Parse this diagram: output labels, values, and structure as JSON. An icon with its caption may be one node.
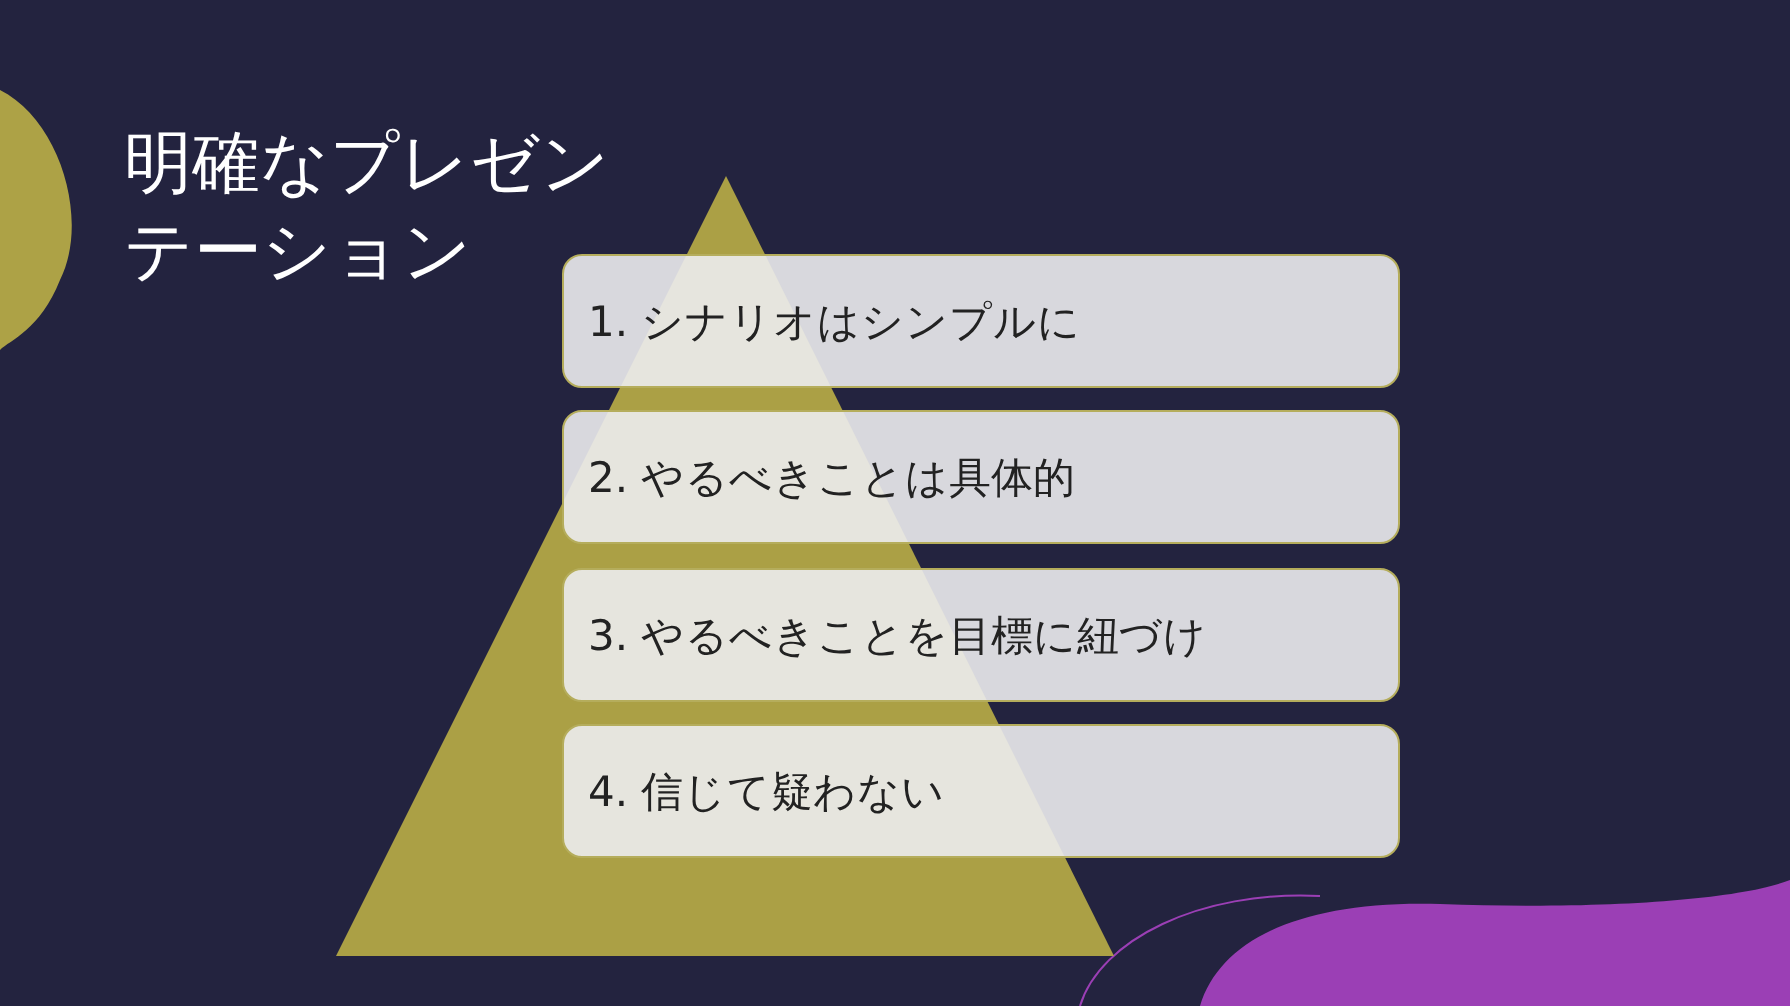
{
  "diagram": {
    "title": "明確なプレゼンテーション",
    "nodes": [
      {
        "text": [
          "1. シナリオはシンプルに"
        ]
      },
      {
        "text": [
          "2. やるべきことは具体的"
        ]
      },
      {
        "text": [
          "3. やるべきことを目標に紐づけ"
        ]
      },
      {
        "text": [
          "4. 信じて疑わない"
        ]
      }
    ],
    "edges": []
  }
}
